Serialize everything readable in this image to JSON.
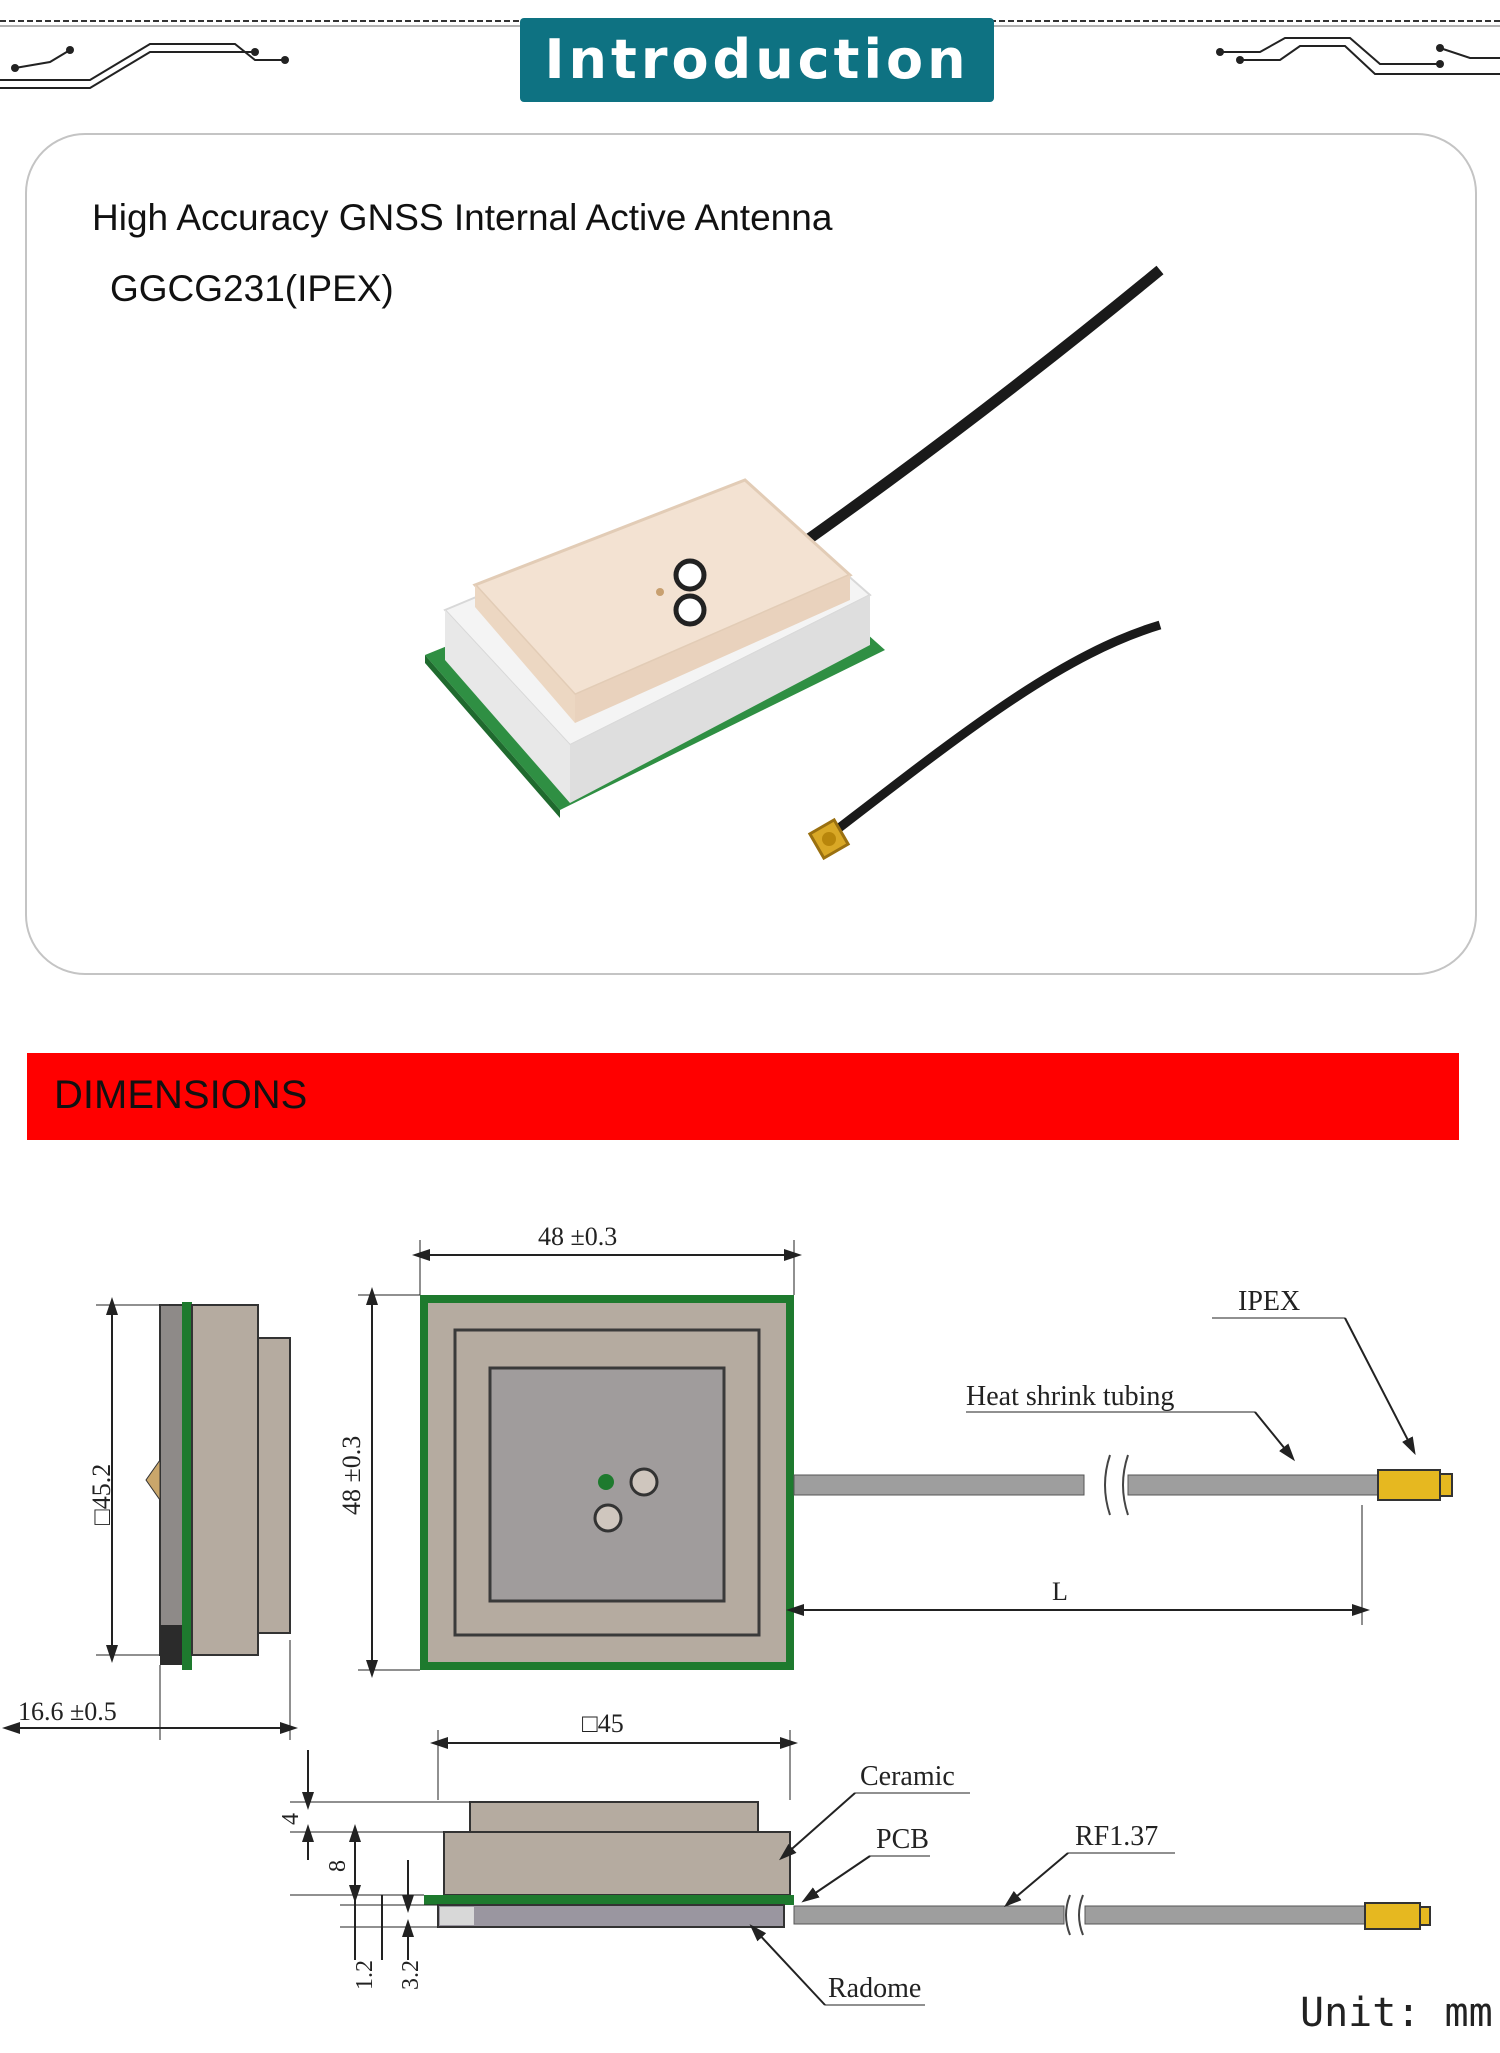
{
  "header": {
    "tab_label": "Introduction"
  },
  "product": {
    "title": "High Accuracy GNSS Internal Active Antenna",
    "model": "GGCG231(IPEX)"
  },
  "dimensions_section": {
    "heading": "DIMENSIONS"
  },
  "drawing_labels": {
    "top_width": "48 ±0.3",
    "top_height": "48 ±0.3",
    "side_height": "□45.2",
    "side_depth": "16.6 ±0.5",
    "ceramic_width": "□45",
    "connector": "IPEX",
    "heat_shrink": "Heat shrink tubing",
    "cable_length": "L",
    "ceramic": "Ceramic",
    "pcb": "PCB",
    "cable_type": "RF1.37",
    "radome": "Radome",
    "dim_4": "4",
    "dim_8": "8",
    "dim_1_2": "1.2",
    "dim_3_2": "3.2"
  },
  "unit": "Unit: mm",
  "colors": {
    "header_tab": "#0e7282",
    "banner": "#ff0000",
    "pcb_green": "#1e7a2e",
    "ceramic_body": "#b5aba0",
    "connector_gold": "#e6b820"
  },
  "icons": {
    "circuit_decoration": "circuit-trace-icon",
    "connector": "ipex-connector-icon"
  }
}
